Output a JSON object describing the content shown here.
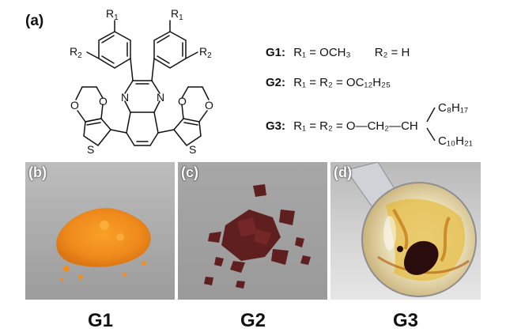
{
  "panel_a": {
    "label": "(a)",
    "structure_atoms": {
      "r1": "R",
      "r1_sub": "1",
      "r2": "R",
      "r2_sub": "2",
      "n": "N",
      "o": "O",
      "s": "S"
    },
    "definitions": {
      "g1": {
        "name": "G1:",
        "r1": "R₁ = OCH₃",
        "r2": "R₂ = H"
      },
      "g2": {
        "name": "G2:",
        "text": "R₁ = R₂ = OC₁₂H₂₅"
      },
      "g3": {
        "name": "G3:",
        "text": "R₁ = R₂ = O—CH₂—CH",
        "branch_top": "C₈H₁₇",
        "branch_bottom": "C₁₀H₂₁"
      }
    }
  },
  "photos": [
    {
      "label": "(b)",
      "caption": "G1"
    },
    {
      "label": "(c)",
      "caption": "G2"
    },
    {
      "label": "(d)",
      "caption": "G3"
    }
  ]
}
